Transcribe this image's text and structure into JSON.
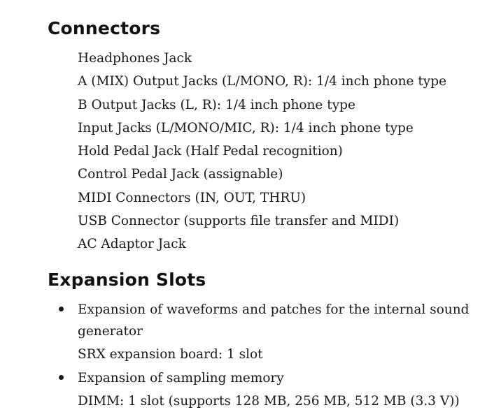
{
  "connectors": {
    "title": "Connectors",
    "items": [
      "Headphones Jack",
      "A (MIX) Output Jacks (L/MONO, R): 1/4 inch phone type",
      "B Output Jacks (L, R): 1/4 inch phone type",
      "Input Jacks (L/MONO/MIC, R): 1/4 inch phone type",
      "Hold Pedal Jack (Half Pedal recognition)",
      "Control Pedal Jack (assignable)",
      "MIDI Connectors (IN, OUT, THRU)",
      "USB Connector (supports file transfer and MIDI)",
      "AC Adaptor Jack"
    ]
  },
  "expansion": {
    "title": "Expansion Slots",
    "bullets": [
      {
        "lines": [
          "Expansion of waveforms and patches for the internal sound",
          "generator"
        ],
        "detail": "SRX expansion board: 1 slot"
      },
      {
        "lines": [
          "Expansion of sampling memory"
        ],
        "detail": "DIMM: 1 slot (supports 128 MB, 256 MB, 512 MB (3.3 V))"
      }
    ]
  }
}
